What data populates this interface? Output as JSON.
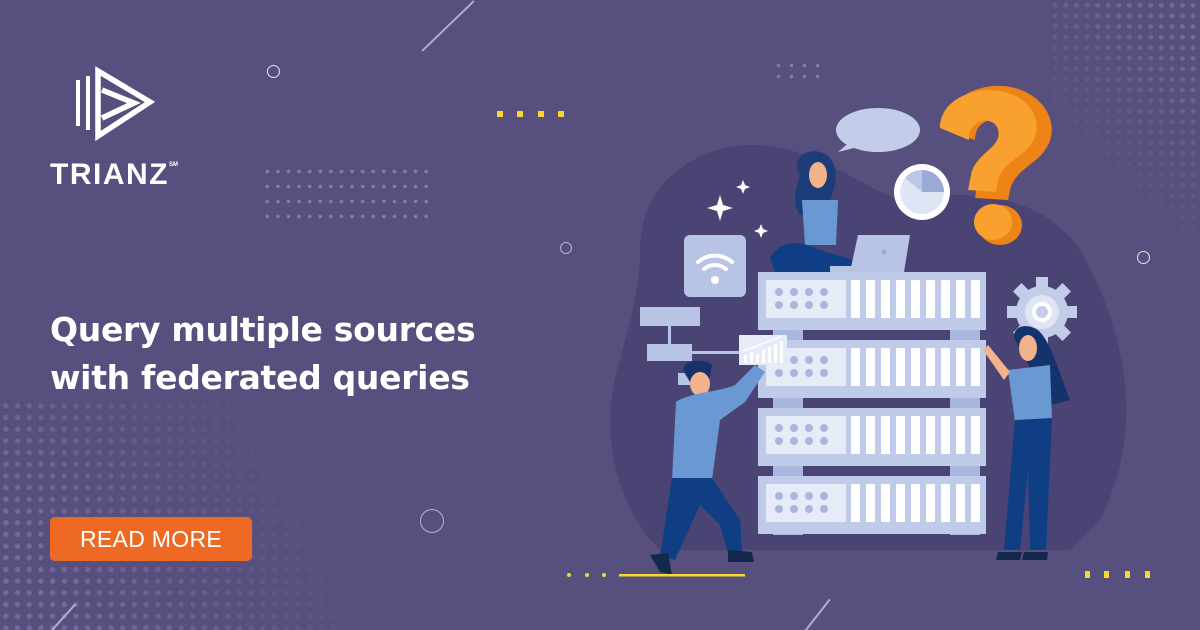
{
  "brand": {
    "name": "TRIANZ",
    "trademark": "SM",
    "logo_icon": "play-triangle-logo-icon"
  },
  "headline": {
    "line1": "Query multiple sources",
    "line2": "with federated queries"
  },
  "cta": {
    "label": "READ MORE"
  },
  "colors": {
    "background": "#574f7d",
    "cta": "#ee6a24",
    "accent_yellow": "#f7d92e",
    "question_mark": "#f9a12e",
    "server": "#bfcbe8",
    "text": "#ffffff"
  },
  "illustration": {
    "description": "Server rack with three people: woman sitting on top with laptop, man holding a chart, woman standing beside rack",
    "icons": [
      "speech-bubble-icon",
      "question-mark-icon",
      "pie-chart-icon",
      "wifi-icon",
      "gear-icon",
      "sparkle-icon",
      "flowchart-icon",
      "bar-chart-icon",
      "laptop-icon"
    ]
  }
}
